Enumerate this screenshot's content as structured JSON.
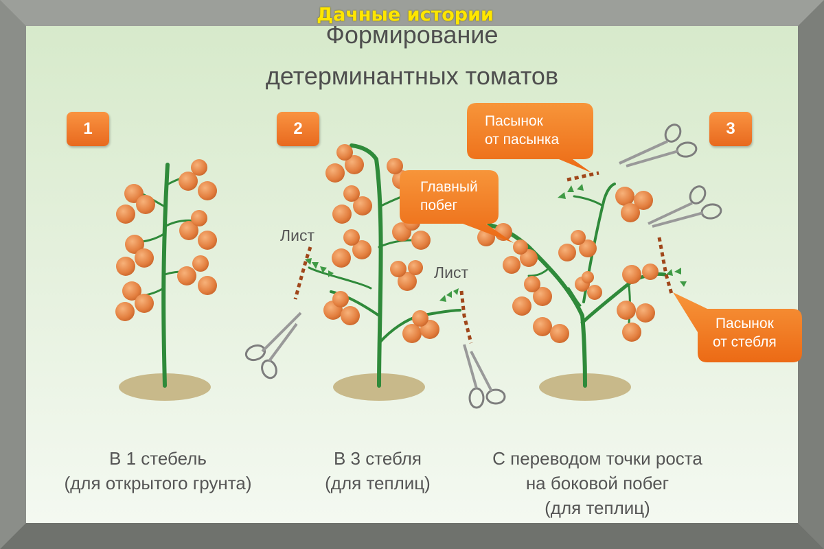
{
  "watermark": "Дачные истории",
  "title": {
    "line1": "Формирование",
    "line2": "детерминантных томатов"
  },
  "badges": [
    "1",
    "2",
    "3"
  ],
  "labels": {
    "leaf_left": "Лист",
    "leaf_right": "Лист"
  },
  "callouts": {
    "stepson_of_stepson": {
      "line1": "Пасынок",
      "line2": "от пасынка"
    },
    "main_shoot": {
      "line1": "Главный",
      "line2": "побег"
    },
    "stepson_of_stem": {
      "line1": "Пасынок",
      "line2": "от стебля"
    }
  },
  "captions": {
    "one_stem": {
      "line1": "В 1 стебель",
      "line2": "(для открытого грунта)"
    },
    "three_stems": {
      "line1": "В 3 стебля",
      "line2": "(для теплиц)"
    },
    "side_shoot": {
      "line1": "С переводом точки роста",
      "line2": "на боковой побег",
      "line3": "(для теплиц)"
    }
  },
  "colors": {
    "accent": "#f07a2a",
    "tomato": "#e78a4f",
    "stem": "#2f8a3a",
    "soil": "#c8b98a",
    "dotted_line": "#a0461a"
  },
  "icons": [
    "scissors-icon",
    "tomato-icon",
    "leaf-icon"
  ]
}
